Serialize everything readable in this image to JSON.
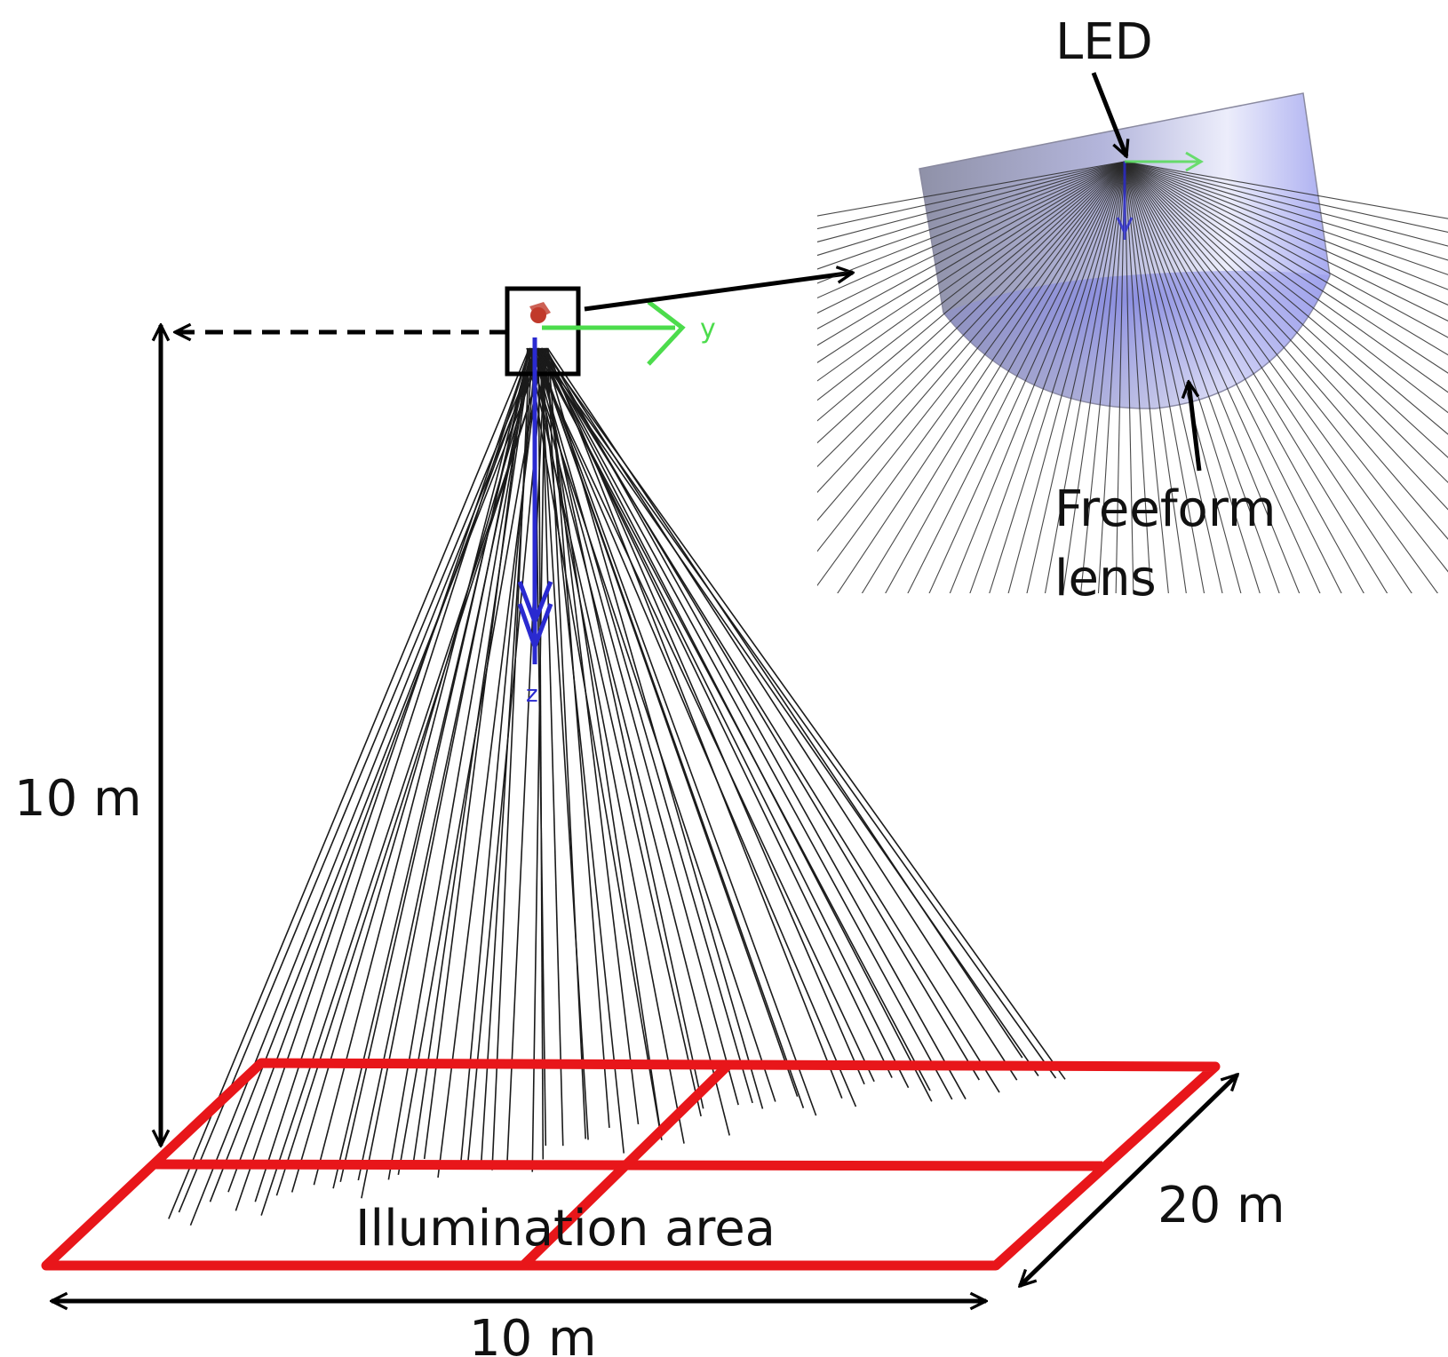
{
  "labels": {
    "led": "LED",
    "lens_line1": "Freeform",
    "lens_line2": "lens",
    "height": "10 m",
    "width": "10 m",
    "depth": "20 m",
    "area": "Illumination area"
  },
  "colors": {
    "rays": "#1a1a1a",
    "area_outline": "#e8161a",
    "y_axis": "#4cdc4c",
    "z_axis": "#2a2ad0",
    "lens_fill": "#a9acf0",
    "led_marker": "#c0392b"
  }
}
